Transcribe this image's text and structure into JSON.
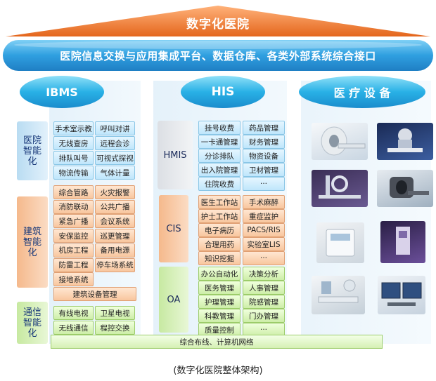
{
  "title": "数字化医院",
  "platform": "医院信息交换与应用集成平台、数据仓库、各类外部系统综合接口",
  "pillars": [
    "IBMS",
    "HIS",
    "医 疗 设 备"
  ],
  "left_groups": [
    {
      "label": "医院智能化",
      "cells": [
        "手术室示教",
        "呼叫对讲",
        "无线查房",
        "远程会诊",
        "排队叫号",
        "可视式探视",
        "物流传输",
        "气体计量"
      ]
    },
    {
      "label": "建筑智能化",
      "cells": [
        "综合管路",
        "火灾报警",
        "消防联动",
        "公共广播",
        "紧急广播",
        "会议系统",
        "安保监控",
        "巡更管理",
        "机房工程",
        "备用电源",
        "防雷工程",
        "停车场系统",
        "接地系统",
        ""
      ],
      "wide_cell": "建筑设备管理"
    },
    {
      "label": "通信智能化",
      "cells": [
        "有线电视",
        "卫星电视",
        "无线通信",
        "程控交换"
      ]
    }
  ],
  "mid_groups": [
    {
      "label": "HMIS",
      "cells": [
        "挂号收费",
        "药品管理",
        "一卡通管理",
        "财务管理",
        "分诊排队",
        "物资设备",
        "出入院管理",
        "卫材管理",
        "住院收费",
        "···"
      ]
    },
    {
      "label": "CIS",
      "cells": [
        "医生工作站",
        "手术麻醉",
        "护士工作站",
        "重症监护",
        "电子病历",
        "PACS/RIS",
        "合理用药",
        "实验室LIS",
        "知识挖掘",
        "···"
      ]
    },
    {
      "label": "OA",
      "cells": [
        "办公自动化",
        "决策分析",
        "医务管理",
        "人事管理",
        "护理管理",
        "院感管理",
        "科教管理",
        "门办管理",
        "质量控制",
        "···"
      ]
    }
  ],
  "bottom_bar": "综合布线、计算机网络",
  "caption": "(数字化医院整体架构)"
}
